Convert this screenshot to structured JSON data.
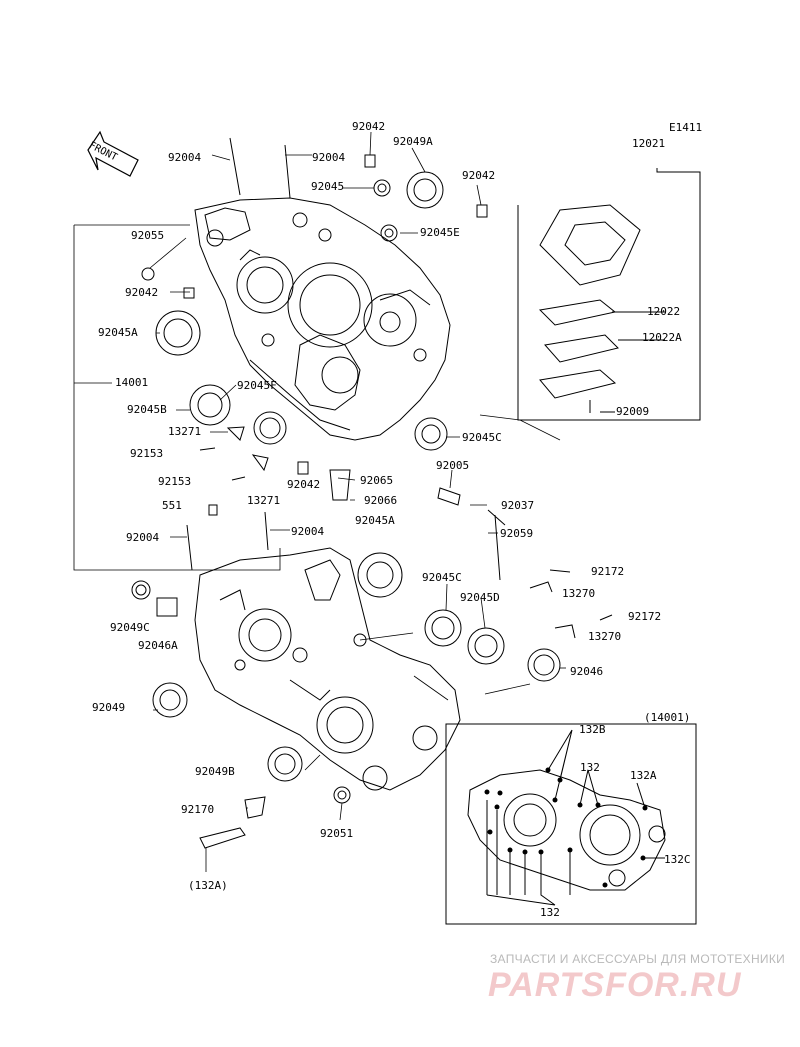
{
  "diagram_code": "E1411",
  "front_label": "FRONT",
  "parts": {
    "p92004_a": "92004",
    "p92004_b": "92004",
    "p92042_top": "92042",
    "p92049A": "92049A",
    "p92045": "92045",
    "p92042_r": "92042",
    "p92055": "92055",
    "p92045E": "92045E",
    "p92042_l": "92042",
    "p92045A": "92045A",
    "p14001": "14001",
    "p92045F": "92045F",
    "p92045B": "92045B",
    "p13271_a": "13271",
    "p92045C": "92045C",
    "p92153_a": "92153",
    "p92042_m": "92042",
    "p92065": "92065",
    "p92005": "92005",
    "p92153_b": "92153",
    "p13271_b": "13271",
    "p92066": "92066",
    "p92037": "92037",
    "p551": "551",
    "p92004_c": "92004",
    "p92004_d": "92004",
    "p92045A_b": "92045A",
    "p92059": "92059",
    "p92172_a": "92172",
    "p92045C_b": "92045C",
    "p13270_a": "13270",
    "p92049C": "92049C",
    "p92045D": "92045D",
    "p92172_b": "92172",
    "p92046A": "92046A",
    "p13270_b": "13270",
    "p92046": "92046",
    "p92049": "92049",
    "p92049B": "92049B",
    "p92170": "92170",
    "p92051": "92051",
    "p132A_ref": "(132A)",
    "p12021": "12021",
    "p12022": "12022",
    "p12022A": "12022A",
    "p92009": "92009",
    "p14001_ref": "(14001)",
    "p132B": "132B",
    "p132": "132",
    "p132A": "132A",
    "p132C": "132C",
    "p132_bottom": "132"
  },
  "watermark": {
    "tagline": "ЗАПЧАСТИ И АКСЕССУАРЫ ДЛЯ МОТОТЕХНИКИ",
    "logo": "PARTSFOR.RU"
  }
}
